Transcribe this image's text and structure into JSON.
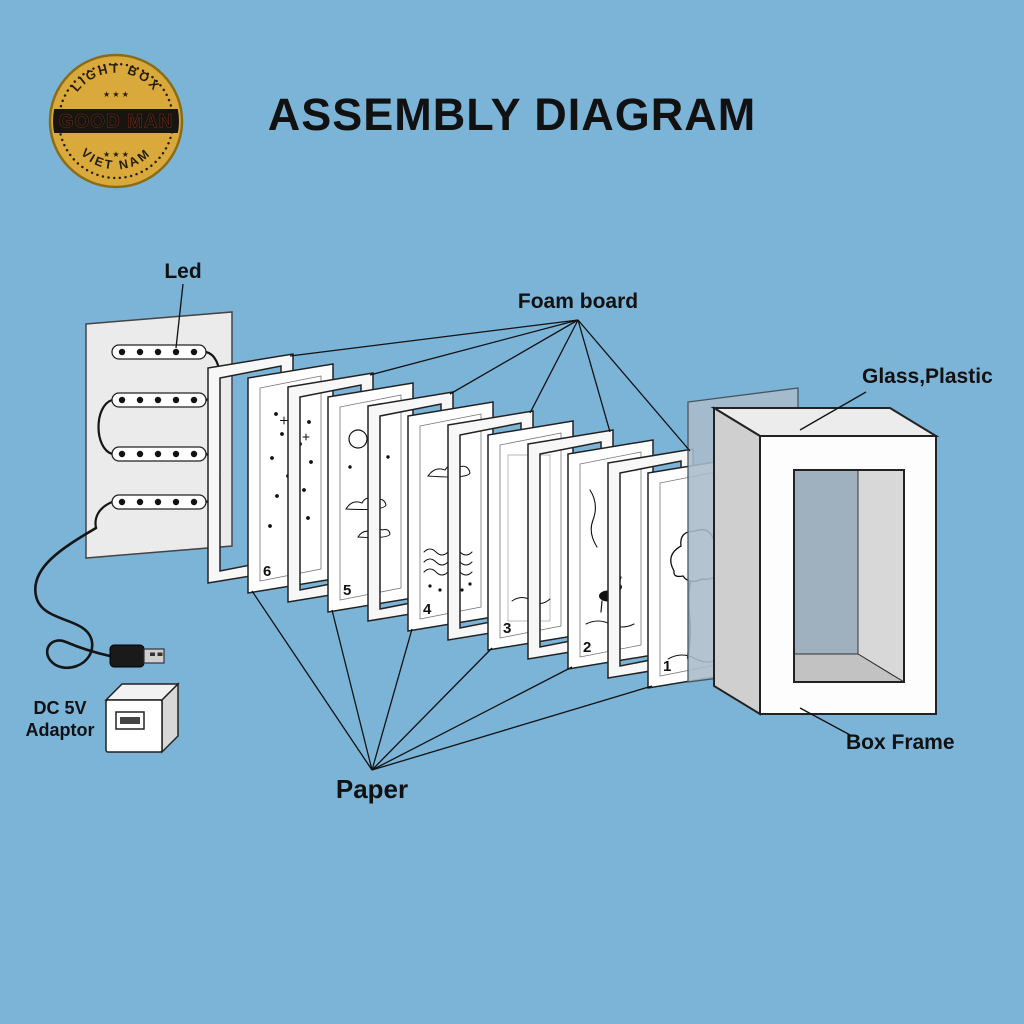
{
  "title": "ASSEMBLY DIAGRAM",
  "logo": {
    "top_text": "LIGHT BOX",
    "center_text": "GOOD MAN",
    "bottom_text": "VIET NAM",
    "stars_top": "★ ★ ★",
    "stars_bottom": "★ ★ ★",
    "star_left": "★",
    "star_right": "★"
  },
  "labels": {
    "led": "Led",
    "foam_board": "Foam board",
    "glass_plastic": "Glass,Plastic",
    "box_frame": "Box Frame",
    "paper": "Paper",
    "adaptor_line1": "DC 5V",
    "adaptor_line2": "Adaptor"
  },
  "layer_numbers": [
    "6",
    "5",
    "4",
    "3",
    "2",
    "1"
  ],
  "colors": {
    "background": "#7cb4d8",
    "logo_gold": "#d9a93c",
    "logo_band": "#181410",
    "ink": "#111111",
    "glass": "#a9bcc9"
  }
}
